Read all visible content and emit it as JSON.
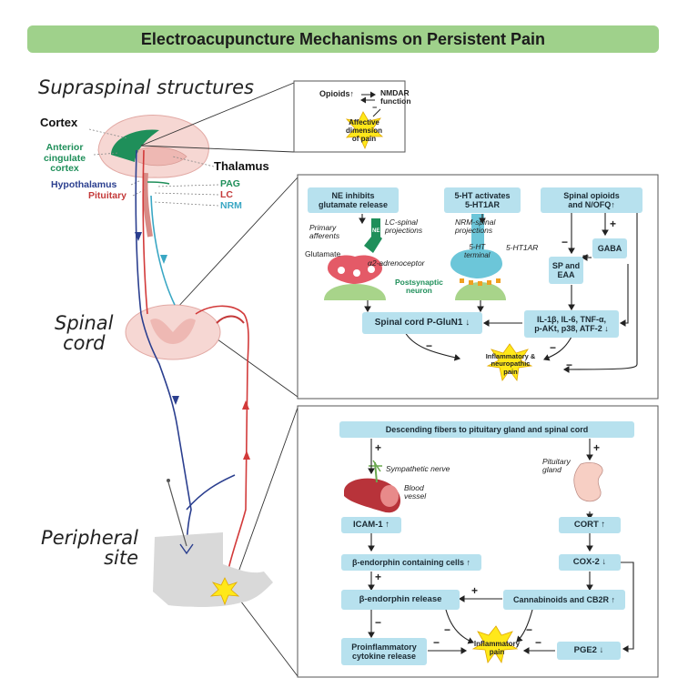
{
  "title": "Electroacupuncture Mechanisms on Persistent Pain",
  "sections": {
    "supraspinal": "Supraspinal structures",
    "spinal": "Spinal\ncord",
    "peripheral": "Peripheral\nsite"
  },
  "brain_labels": {
    "cortex": "Cortex",
    "acc": "Anterior\ncingulate\ncortex",
    "thalamus": "Thalamus",
    "hypothalamus": "Hypothalamus",
    "pituitary": "Pituitary",
    "pag": "PAG",
    "lc": "LC",
    "nrm": "NRM"
  },
  "top_panel": {
    "opioids": "Opioids↑",
    "nmdar": "NMDAR\nfunction",
    "affective": "Affective\ndimension\nof pain"
  },
  "spinal_panel": {
    "ne_box": "NE inhibits\nglutamate release",
    "ht_box": "5-HT activates\n5-HT1AR",
    "opioid_box": "Spinal opioids\nand N/OFQ↑",
    "primary_afferents": "Primary\nafferents",
    "lc_spinal": "LC-spinal\nprojections",
    "ne_tag": "NE",
    "glutamate": "Glutamate",
    "a2": "α2-adrenoceptor",
    "nrm_spinal": "NRM-spinal\nprojections",
    "ht_terminal": "5-HT\nterminal",
    "ht1ar": "5-HT1AR",
    "postsynaptic": "Postsynaptic\nneuron",
    "gaba": "GABA",
    "sp_eaa": "SP and\nEAA",
    "pglun1": "Spinal cord P-GluN1 ↓",
    "cytokines": "IL-1β, IL-6, TNF-α,\np-AKt, p38, ATF-2 ↓",
    "inflammatory": "Inflammatory &\nneuropathic\npain"
  },
  "peripheral_panel": {
    "descending": "Descending fibers to pituitary gland and spinal cord",
    "sympathetic": "Sympathetic nerve",
    "blood_vessel": "Blood\nvessel",
    "pituitary_gland": "Pituitary\ngland",
    "icam": "ICAM-1 ↑",
    "cort": "CORT ↑",
    "beta_cells": "β-endorphin containing cells ↑",
    "cox2": "COX-2 ↓",
    "beta_release": "β-endorphin release",
    "cannabinoids": "Cannabinoids and CB2R ↑",
    "proinflammatory": "Proinflammatory\ncytokine release",
    "inflammatory_pain": "Inflammatory\npain",
    "pge2": "PGE2 ↓"
  },
  "signs": {
    "plus": "+",
    "minus": "−"
  },
  "colors": {
    "title_bar": "#9fd18b",
    "box": "#b7e1ee",
    "burst": "#ffe81a",
    "ascending": "#d23a3a",
    "descending": "#2b3f8f",
    "acc": "#1f8f5a",
    "nrm": "#3aa7c4"
  }
}
